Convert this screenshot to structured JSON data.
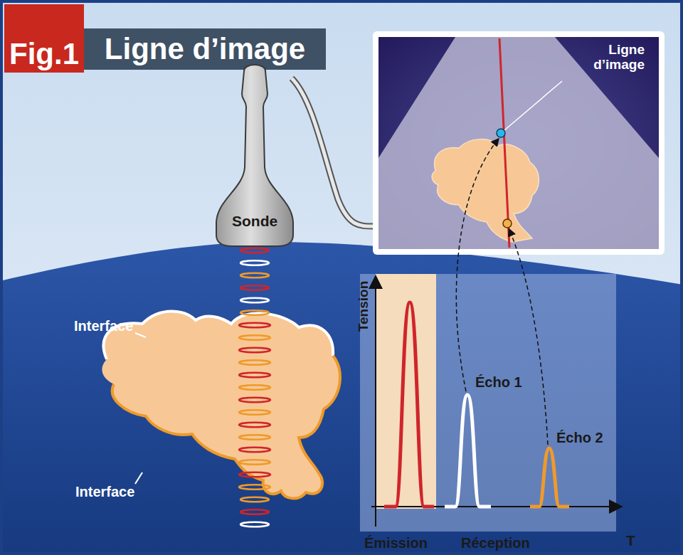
{
  "diagram": {
    "title": "Ligne d’image",
    "labels": [
      "Fig.1",
      "Sonde",
      "Ligne d’image",
      "Interface",
      "Interface",
      "Tension",
      "Écho 1",
      "Écho 2",
      "Émission",
      "Réception",
      "T"
    ]
  }
}
